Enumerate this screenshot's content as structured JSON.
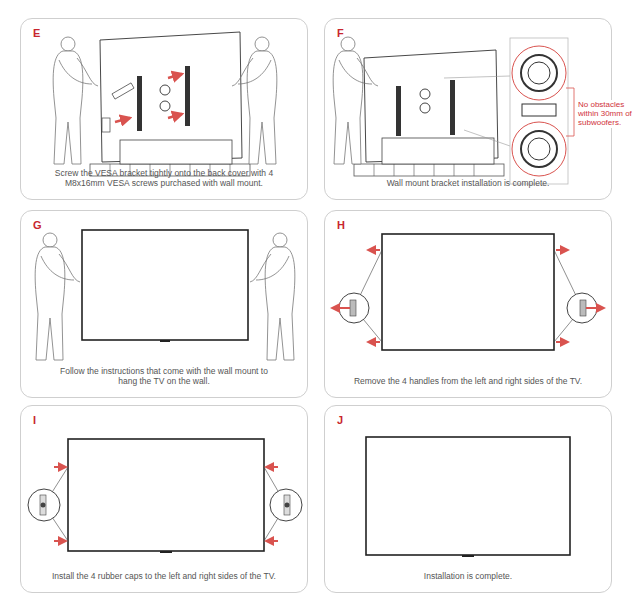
{
  "diagram": {
    "nodes": [
      {
        "text": [
          "E",
          "Screw the VESA bracket tightly onto the back cover with 4 M8x16mm VESA screws purchased with wall mount."
        ]
      },
      {
        "text": [
          "F",
          "Wall mount bracket installation is complete."
        ]
      },
      {
        "text": [
          "G",
          "Follow the instructions that come with the wall mount to hang the TV on the wall."
        ]
      },
      {
        "text": [
          "H",
          "Remove the 4 handles from the left and right sides of the TV."
        ]
      },
      {
        "text": [
          "I",
          "Install the 4 rubber caps to the left and right sides of the TV."
        ]
      },
      {
        "text": [
          "J",
          "Installation is complete."
        ]
      }
    ],
    "labels": [
      "No obstacles within 30mm of subwoofers."
    ]
  }
}
